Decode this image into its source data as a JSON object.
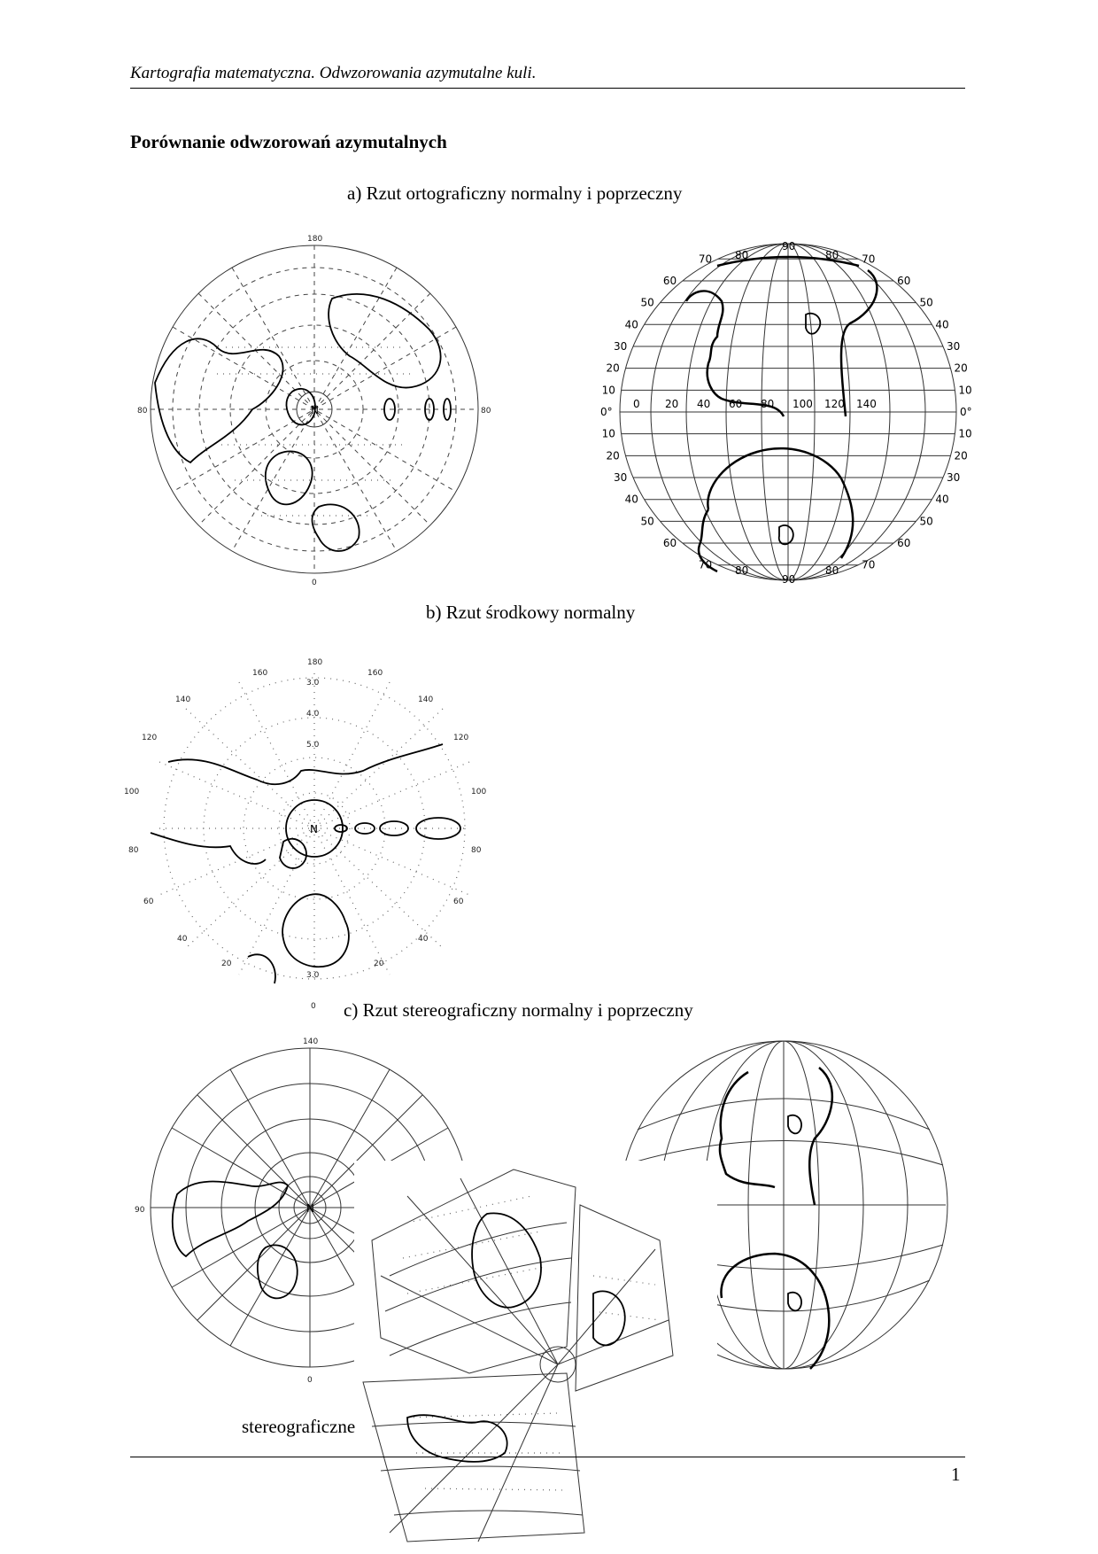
{
  "header": {
    "running_title": "Kartografia matematyczna. Odwzorowania azymutalne kuli."
  },
  "section": {
    "title": "Porównanie odwzorowań azymutalnych"
  },
  "captions": {
    "a": "a)    Rzut ortograficzny normalny i poprzeczny",
    "b": "b) Rzut środkowy normalny",
    "c": "c)  Rzut stereograficzny normalny i poprzeczny",
    "d": "stereograficzne"
  },
  "figures": {
    "ortho_normal": {
      "label_top": "180",
      "label_left": "80",
      "label_right": "80",
      "label_bottom": "0",
      "pole": "N"
    },
    "ortho_transverse": {
      "left_lat_labels": [
        "70",
        "60",
        "50",
        "40",
        "30",
        "20",
        "10",
        "0°",
        "10",
        "20",
        "30",
        "40",
        "50",
        "60",
        "70"
      ],
      "right_lat_labels": [
        "70",
        "60",
        "50",
        "40",
        "30",
        "20",
        "10",
        "0°",
        "10",
        "20",
        "30",
        "40",
        "50",
        "60",
        "70"
      ],
      "equator_labels": [
        "0",
        "20",
        "40",
        "60",
        "80",
        "100",
        "120",
        "140"
      ],
      "top_labels": [
        "80",
        "90",
        "80"
      ],
      "bottom_labels": [
        "80",
        "90",
        "80"
      ]
    },
    "gnomonic": {
      "top": [
        "160",
        "180",
        "160"
      ],
      "left": [
        "140",
        "120",
        "100",
        "80",
        "60",
        "40",
        "20"
      ],
      "right": [
        "140",
        "120",
        "100",
        "80",
        "60",
        "40",
        "20"
      ],
      "bottom": "0",
      "circles": [
        "3.0",
        "4.0",
        "5.0",
        "3.0"
      ],
      "pole": "N"
    },
    "stereo_normal": {
      "label_top": "140",
      "label_left": "90",
      "label_bottom": "0",
      "pole": "N"
    }
  },
  "footer": {
    "page_number": "1"
  }
}
